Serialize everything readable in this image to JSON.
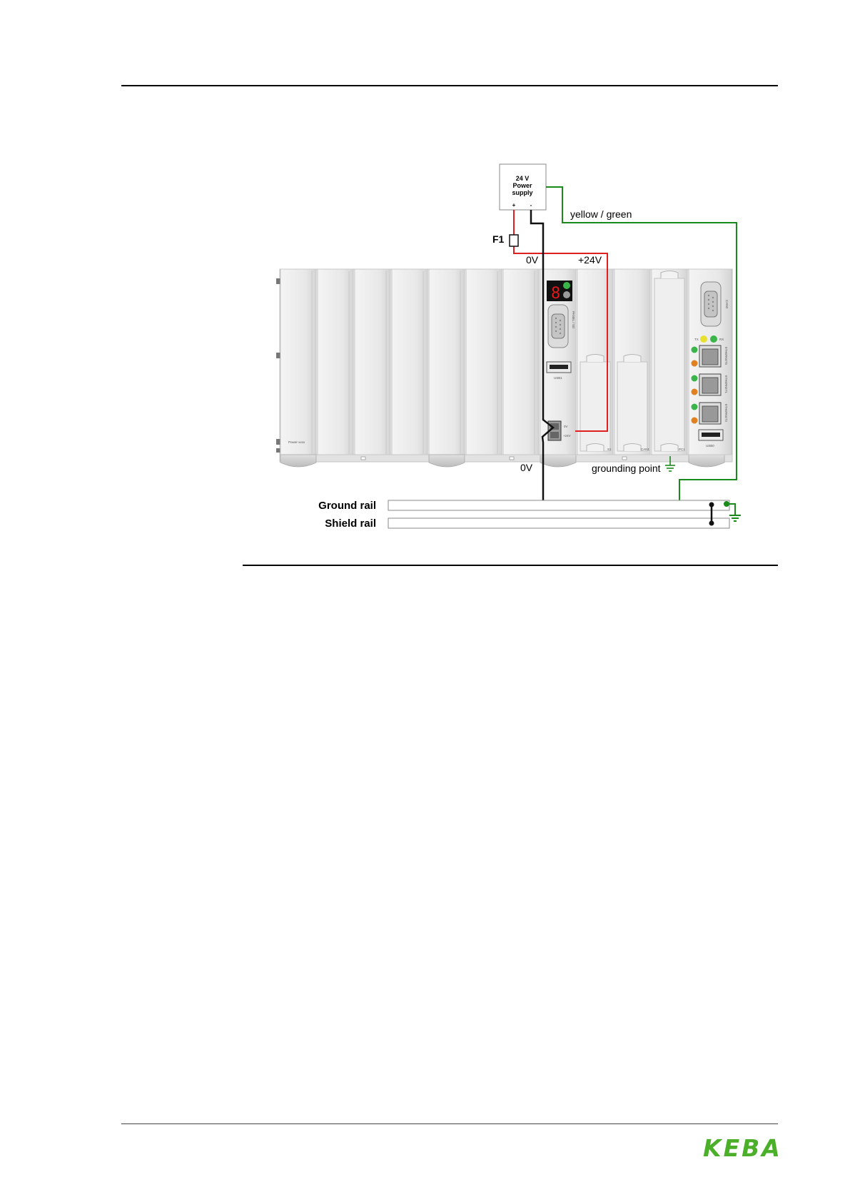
{
  "diagram": {
    "power_supply": {
      "line1": "24 V",
      "line2": "Power",
      "line3": "supply",
      "plus": "+",
      "minus": "-"
    },
    "fuse_label": "F1",
    "wire_labels": {
      "zero_v_top": "0V",
      "plus_24v": "+24V",
      "yellow_green": "yellow / green",
      "zero_v_bottom": "0V",
      "grounding_point": "grounding point"
    },
    "rails": {
      "ground": "Ground rail",
      "shield": "Shield rail"
    },
    "module_labels": {
      "panel_sd": "PANEL / SD",
      "usb1": "USB1",
      "can0": "CAN0",
      "ethernet0": "ETHERNET0",
      "ethernet1": "ETHERNET1",
      "ethernet2": "ETHERNET2",
      "usb0": "USB0",
      "s1": "S1",
      "can1": "CAN1",
      "pc1": "PC1",
      "power": "Power-xxxx",
      "tx": "TX",
      "rx": "RX",
      "ov": "0V",
      "v24": "+24V"
    },
    "colors": {
      "power_wire": "#e02020",
      "earth_wire": "#1a8a1a",
      "zero_wire": "#111111"
    }
  },
  "footer": {
    "logo": "KEBA"
  }
}
